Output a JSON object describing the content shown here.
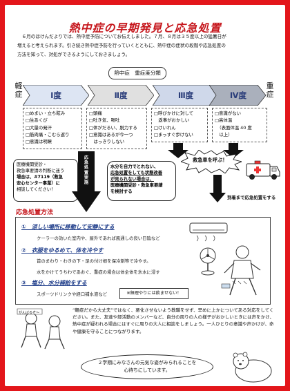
{
  "title": "熱中症の早期発見と応急処置",
  "intro": [
    "　６月のほけんだよりでは、熱中症予防についてお伝えしました。７月、８月は３５度以上の猛暑日が",
    "増えると考えられます。引き続き熱中症予防を行っていくとともに、熱中症の症状の段階や応急処置の",
    "方法を知って、対処ができるようにしておきましょう。"
  ],
  "severity": {
    "title": "熱中症　重症度分類",
    "mild": "軽症",
    "severe": "重症",
    "degrees": [
      "Ⅰ度",
      "Ⅱ度",
      "Ⅲ度",
      "Ⅳ度"
    ],
    "degree_colors": [
      "#dde5f3",
      "#e0e0e0",
      "#cfd8ea",
      "#aab0bc"
    ],
    "symptoms": [
      [
        "□めまい・立ち眩み",
        "□生あくび",
        "□大量の発汗",
        "□筋肉痛・こむら返り",
        "□意識は明瞭"
      ],
      [
        "□頭痛",
        "□吐き気、嘔吐",
        "□体がだるい、脱力する",
        "□意識はあるが今一つ",
        "　はっきりしない"
      ],
      [
        "□呼びかけに対して",
        "　返事がおかしい",
        "□けいれん",
        "□まっすぐ歩けない"
      ],
      [
        "□意識がない",
        "□高体温",
        "　（表面体温 40 度",
        "　以上）"
      ]
    ]
  },
  "callouts": {
    "consult": [
      "医療機関受診・",
      "救急車要請の判断に迷う",
      "場合は、#7119（救急",
      "安心センター事業）に",
      "相談してください！"
    ],
    "first_aid_label": "応急処置実施",
    "water": [
      "水分を自力でとれない、",
      "応急処置をしても状態改善",
      "が見られない場合は、",
      "医療機関受診・救急車要請",
      "を検討する"
    ],
    "ambulance": "救急車を呼ぶ！",
    "until_arrival": "到着まで応急処置をする"
  },
  "first_aid": {
    "title": "応急処置方法",
    "steps": [
      {
        "head": "①　涼しい場所に移動して安静にする",
        "lines": [
          "クーラーの効いた室内や、屋外であれば風通しの良い日陰など"
        ]
      },
      {
        "head": "②　衣服をゆるめて、体を冷やす",
        "lines": [
          "首のまわり・わきの下・足の付け根を保冷剤等で冷やす。",
          "水をかけてうちわであおぐ、重症の場合は体全体を氷水に浸す"
        ]
      },
      {
        "head": "③　塩分、水分補給をする",
        "lines": [
          "スポーツドリンクや経口補水液など"
        ]
      }
    ],
    "note": "※無理やりには飲ませない！"
  },
  "bottom": {
    "paragraph": "“軽症だから大丈夫”ではなく、悪化させないよう教職をせず、早めに上かについてある対応をしてください。また、友達や部活動のメンバーなど、自分の周りの人の様子がおかしいときには声をかけ、熱中症が疑われる場合にはすぐに周りの大人に相談をしましょう。一人ひとりの意識や声かけが、命や健康を守ることにつながります。",
    "oval": [
      "２学期にみなさんの元気な姿がみられることを",
      "心待ちにしています。"
    ],
    "speech": "がんばるぞ〜"
  }
}
